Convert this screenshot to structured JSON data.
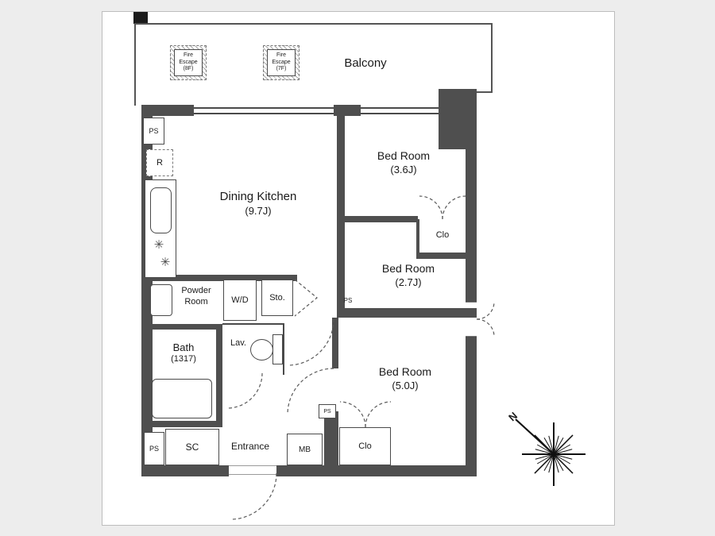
{
  "plan": {
    "balcony_label": "Balcony",
    "fire_escape_1": "Fire Escape (8F)",
    "fire_escape_2": "Fire Escape (7F)",
    "dining_kitchen": {
      "name": "Dining Kitchen",
      "size": "(9.7J)"
    },
    "bedroom_1": {
      "name": "Bed Room",
      "size": "(3.6J)"
    },
    "bedroom_2": {
      "name": "Bed Room",
      "size": "(2.7J)"
    },
    "bedroom_3": {
      "name": "Bed Room",
      "size": "(5.0J)"
    },
    "closet_1": "Clo",
    "closet_2": "Clo",
    "powder_room": "Powder Room",
    "bath": {
      "name": "Bath",
      "size": "(1317)"
    },
    "lav": "Lav.",
    "entrance": "Entrance",
    "wd": "W/D",
    "sto": "Sto.",
    "sc": "SC",
    "mb": "MB",
    "refrigerator": "R",
    "ps": "PS",
    "compass_north": "N"
  },
  "icons": {
    "burner": "✳"
  },
  "colors": {
    "wall": "#4f4f4f",
    "line": "#4a4a4a",
    "paper": "#ffffff",
    "background": "#ededed"
  }
}
